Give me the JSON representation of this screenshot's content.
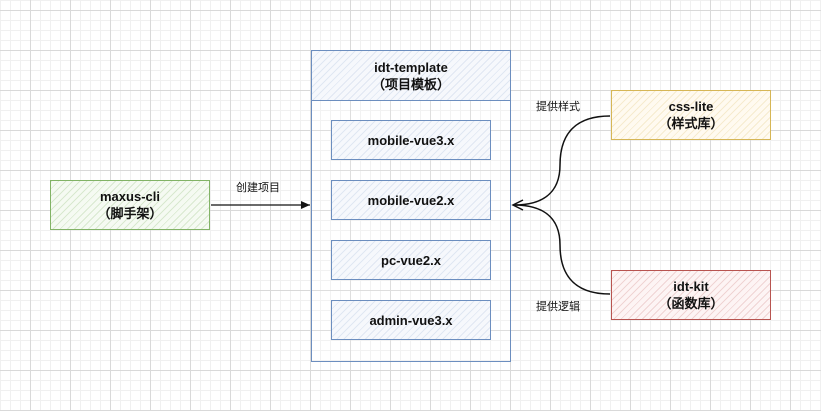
{
  "diagram": {
    "template": {
      "title": "idt-template",
      "subtitle": "（项目模板）",
      "items": [
        {
          "label": "mobile-vue3.x"
        },
        {
          "label": "mobile-vue2.x"
        },
        {
          "label": "pc-vue2.x"
        },
        {
          "label": "admin-vue3.x"
        }
      ],
      "color": "#6c8ebf"
    },
    "cli": {
      "title": "maxus-cli",
      "subtitle": "（脚手架）",
      "color": "#82b366"
    },
    "css_lite": {
      "title": "css-lite",
      "subtitle": "（样式库）",
      "color": "#d6b656"
    },
    "idt_kit": {
      "title": "idt-kit",
      "subtitle": "（函数库）",
      "color": "#b85450"
    },
    "edges": [
      {
        "from": "maxus-cli",
        "to": "idt-template",
        "label": "创建项目"
      },
      {
        "from": "css-lite",
        "to": "idt-template",
        "label": "提供样式"
      },
      {
        "from": "idt-kit",
        "to": "idt-template",
        "label": "提供逻辑"
      }
    ]
  }
}
